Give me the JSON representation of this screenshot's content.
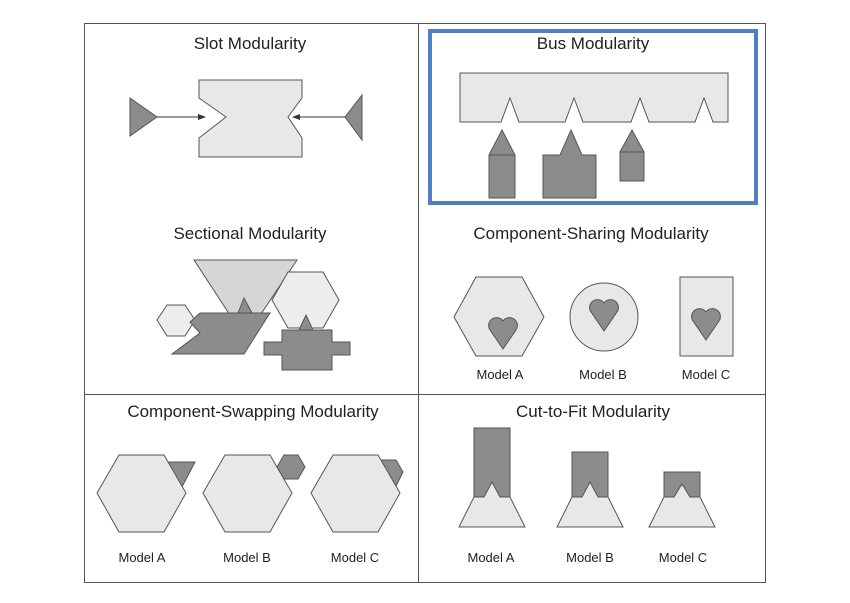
{
  "panels": {
    "slot": {
      "title": "Slot Modularity"
    },
    "bus": {
      "title": "Bus Modularity"
    },
    "sectional": {
      "title": "Sectional Modularity"
    },
    "component_sharing": {
      "title": "Component-Sharing Modularity",
      "labels": [
        "Model A",
        "Model B",
        "Model C"
      ]
    },
    "component_swapping": {
      "title": "Component-Swapping Modularity",
      "labels": [
        "Model A",
        "Model B",
        "Model C"
      ]
    },
    "cut_to_fit": {
      "title": "Cut-to-Fit Modularity",
      "labels": [
        "Model A",
        "Model B",
        "Model C"
      ]
    }
  },
  "colors": {
    "light_fill": "#e8e8e8",
    "dark_fill": "#8c8c8c",
    "outline": "#555555",
    "highlight_border": "#4f7fc0"
  }
}
